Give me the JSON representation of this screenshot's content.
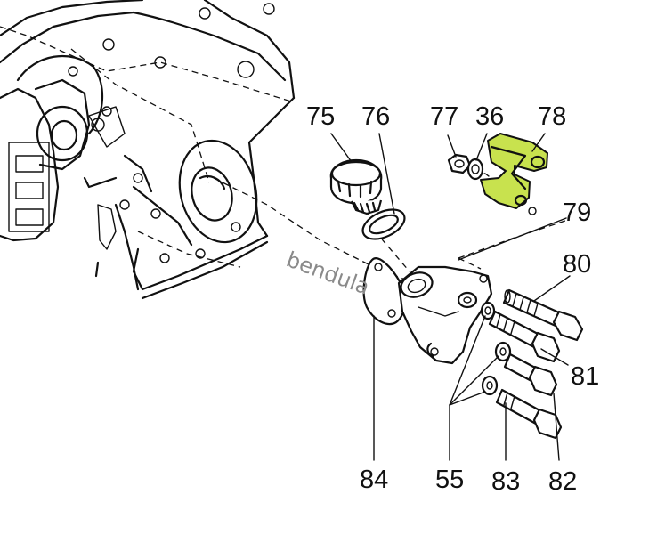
{
  "watermark": "bendula",
  "highlight_color": "#c8e24e",
  "labels": {
    "p75": "75",
    "p76": "76",
    "p77": "77",
    "p36": "36",
    "p78": "78",
    "p79": "79",
    "p80": "80",
    "p81": "81",
    "p82": "82",
    "p83": "83",
    "p84": "84",
    "p55": "55"
  }
}
